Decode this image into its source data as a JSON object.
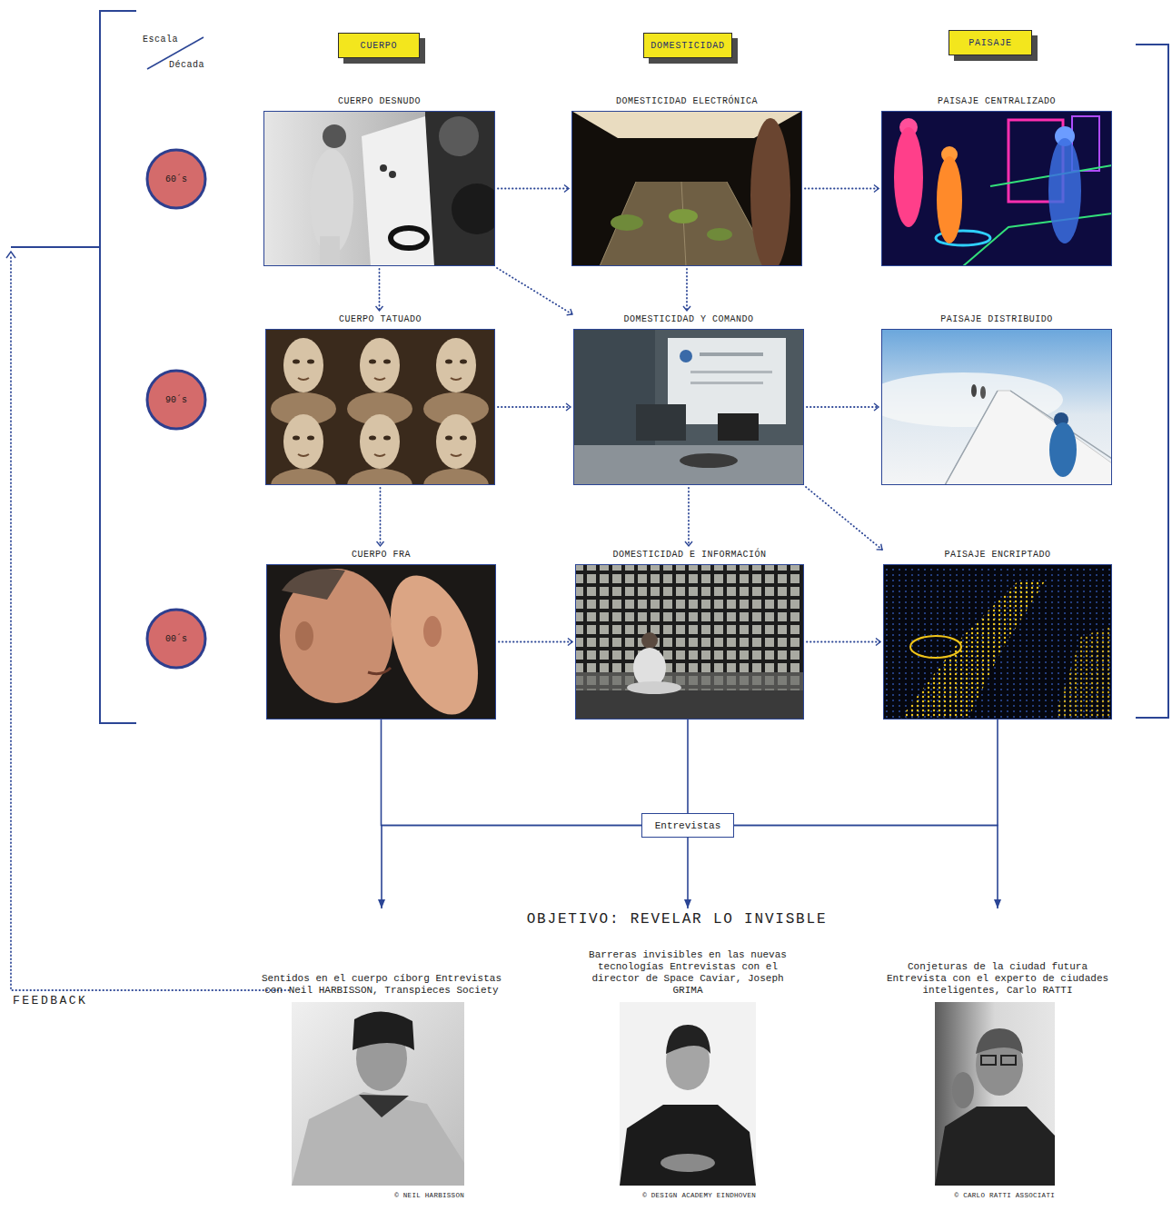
{
  "diagram": {
    "nodes": [
      {
        "text": [
          "CUERPO"
        ]
      },
      {
        "text": [
          "DOMESTICIDAD"
        ]
      },
      {
        "text": [
          "PAISAJE"
        ]
      },
      {
        "text": [
          "60´s"
        ]
      },
      {
        "text": [
          "CUERPO DESNUDO"
        ]
      },
      {
        "text": [
          "DOMESTICIDAD ELECTRÓNICA"
        ]
      },
      {
        "text": [
          "PAISAJE CENTRALIZADO"
        ]
      },
      {
        "text": [
          "90´s"
        ]
      },
      {
        "text": [
          "CUERPO TATUADO"
        ]
      },
      {
        "text": [
          "DOMESTICIDAD Y COMANDO"
        ]
      },
      {
        "text": [
          "PAISAJE DISTRIBUIDO"
        ]
      },
      {
        "text": [
          "00´s"
        ]
      },
      {
        "text": [
          "CUERPO FRA"
        ]
      },
      {
        "text": [
          "DOMESTICIDAD E INFORMACIÓN"
        ]
      },
      {
        "text": [
          "PAISAJE ENCRIPTADO"
        ]
      },
      {
        "text": [
          "Entrevistas"
        ]
      },
      {
        "text": [
          "Sentidos en el cuerpo cíborg Entrevistas con Neil HARBISSON, Transpieces Society",
          "© NEIL HARBISSON"
        ]
      },
      {
        "text": [
          "Barreras invisibles en las nuevas tecnologías Entrevistas con el director de Space Caviar, Joseph GRIMA",
          "© DESIGN ACADEMY EINDHOVEN"
        ]
      },
      {
        "text": [
          "Conjeturas de la ciudad futura Entrevista con el experto de ciudades inteligentes, Carlo RATTI",
          "© CARLO RATTI ASSOCIATI"
        ]
      }
    ],
    "edges": [
      {
        "from": 4,
        "to": 5,
        "arrow": "to"
      },
      {
        "from": 5,
        "to": 6,
        "arrow": "to"
      },
      {
        "from": 4,
        "to": 8,
        "arrow": "to"
      },
      {
        "from": 4,
        "to": 9,
        "arrow": "to"
      },
      {
        "from": 5,
        "to": 9,
        "arrow": "to"
      },
      {
        "from": 8,
        "to": 9,
        "arrow": "to"
      },
      {
        "from": 9,
        "to": 10,
        "arrow": "to"
      },
      {
        "from": 8,
        "to": 12,
        "arrow": "to"
      },
      {
        "from": 9,
        "to": 13,
        "arrow": "to"
      },
      {
        "from": 9,
        "to": 14,
        "arrow": "to"
      },
      {
        "from": 12,
        "to": 13,
        "arrow": "to"
      },
      {
        "from": 13,
        "to": 14,
        "arrow": "to"
      },
      {
        "from": 12,
        "to": 15,
        "arrow": "none"
      },
      {
        "from": 13,
        "to": 15,
        "arrow": "none"
      },
      {
        "from": 14,
        "to": 15,
        "arrow": "none"
      },
      {
        "from": 15,
        "to": 16,
        "arrow": "to"
      },
      {
        "from": 15,
        "to": 17,
        "arrow": "to"
      },
      {
        "from": 15,
        "to": 18,
        "arrow": "to"
      }
    ],
    "labels": [
      "Escala",
      "Década",
      "OBJETIVO: REVELAR LO INVISBLE",
      "FEEDBACK"
    ]
  }
}
